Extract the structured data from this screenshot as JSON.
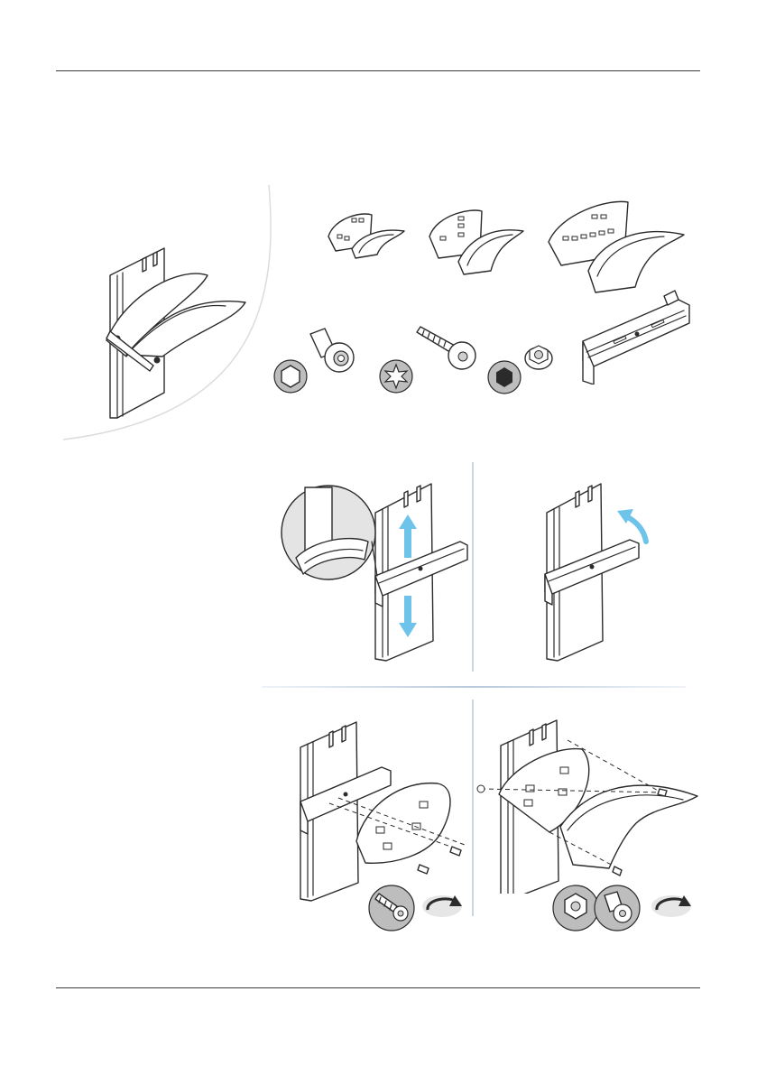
{
  "page": {
    "background": "#ffffff",
    "rule_color": "#3a3a3a",
    "accent_arrow_color": "#6ec3ea",
    "divider_color": "#c9d6e6"
  },
  "figures": {
    "overview": {
      "icon": "assembled-fender-bracket"
    },
    "parts": [
      {
        "icon": "small-fender-plate-set"
      },
      {
        "icon": "medium-fender-plate-set"
      },
      {
        "icon": "large-fender-plate-set"
      },
      {
        "icon": "mounting-rail-clamp"
      }
    ],
    "hardware": [
      {
        "icon": "shoulder-bolt",
        "driver": "hex-socket-icon"
      },
      {
        "icon": "torx-screw",
        "driver": "torx-icon"
      },
      {
        "icon": "flange-nut",
        "driver": "hex-nut-icon"
      }
    ],
    "steps": [
      {
        "icon": "slide-clamp-on-rail"
      },
      {
        "icon": "rotate-clamp"
      },
      {
        "icon": "screw-plate-to-clamp"
      },
      {
        "icon": "bolt-fender-to-plate"
      }
    ]
  }
}
